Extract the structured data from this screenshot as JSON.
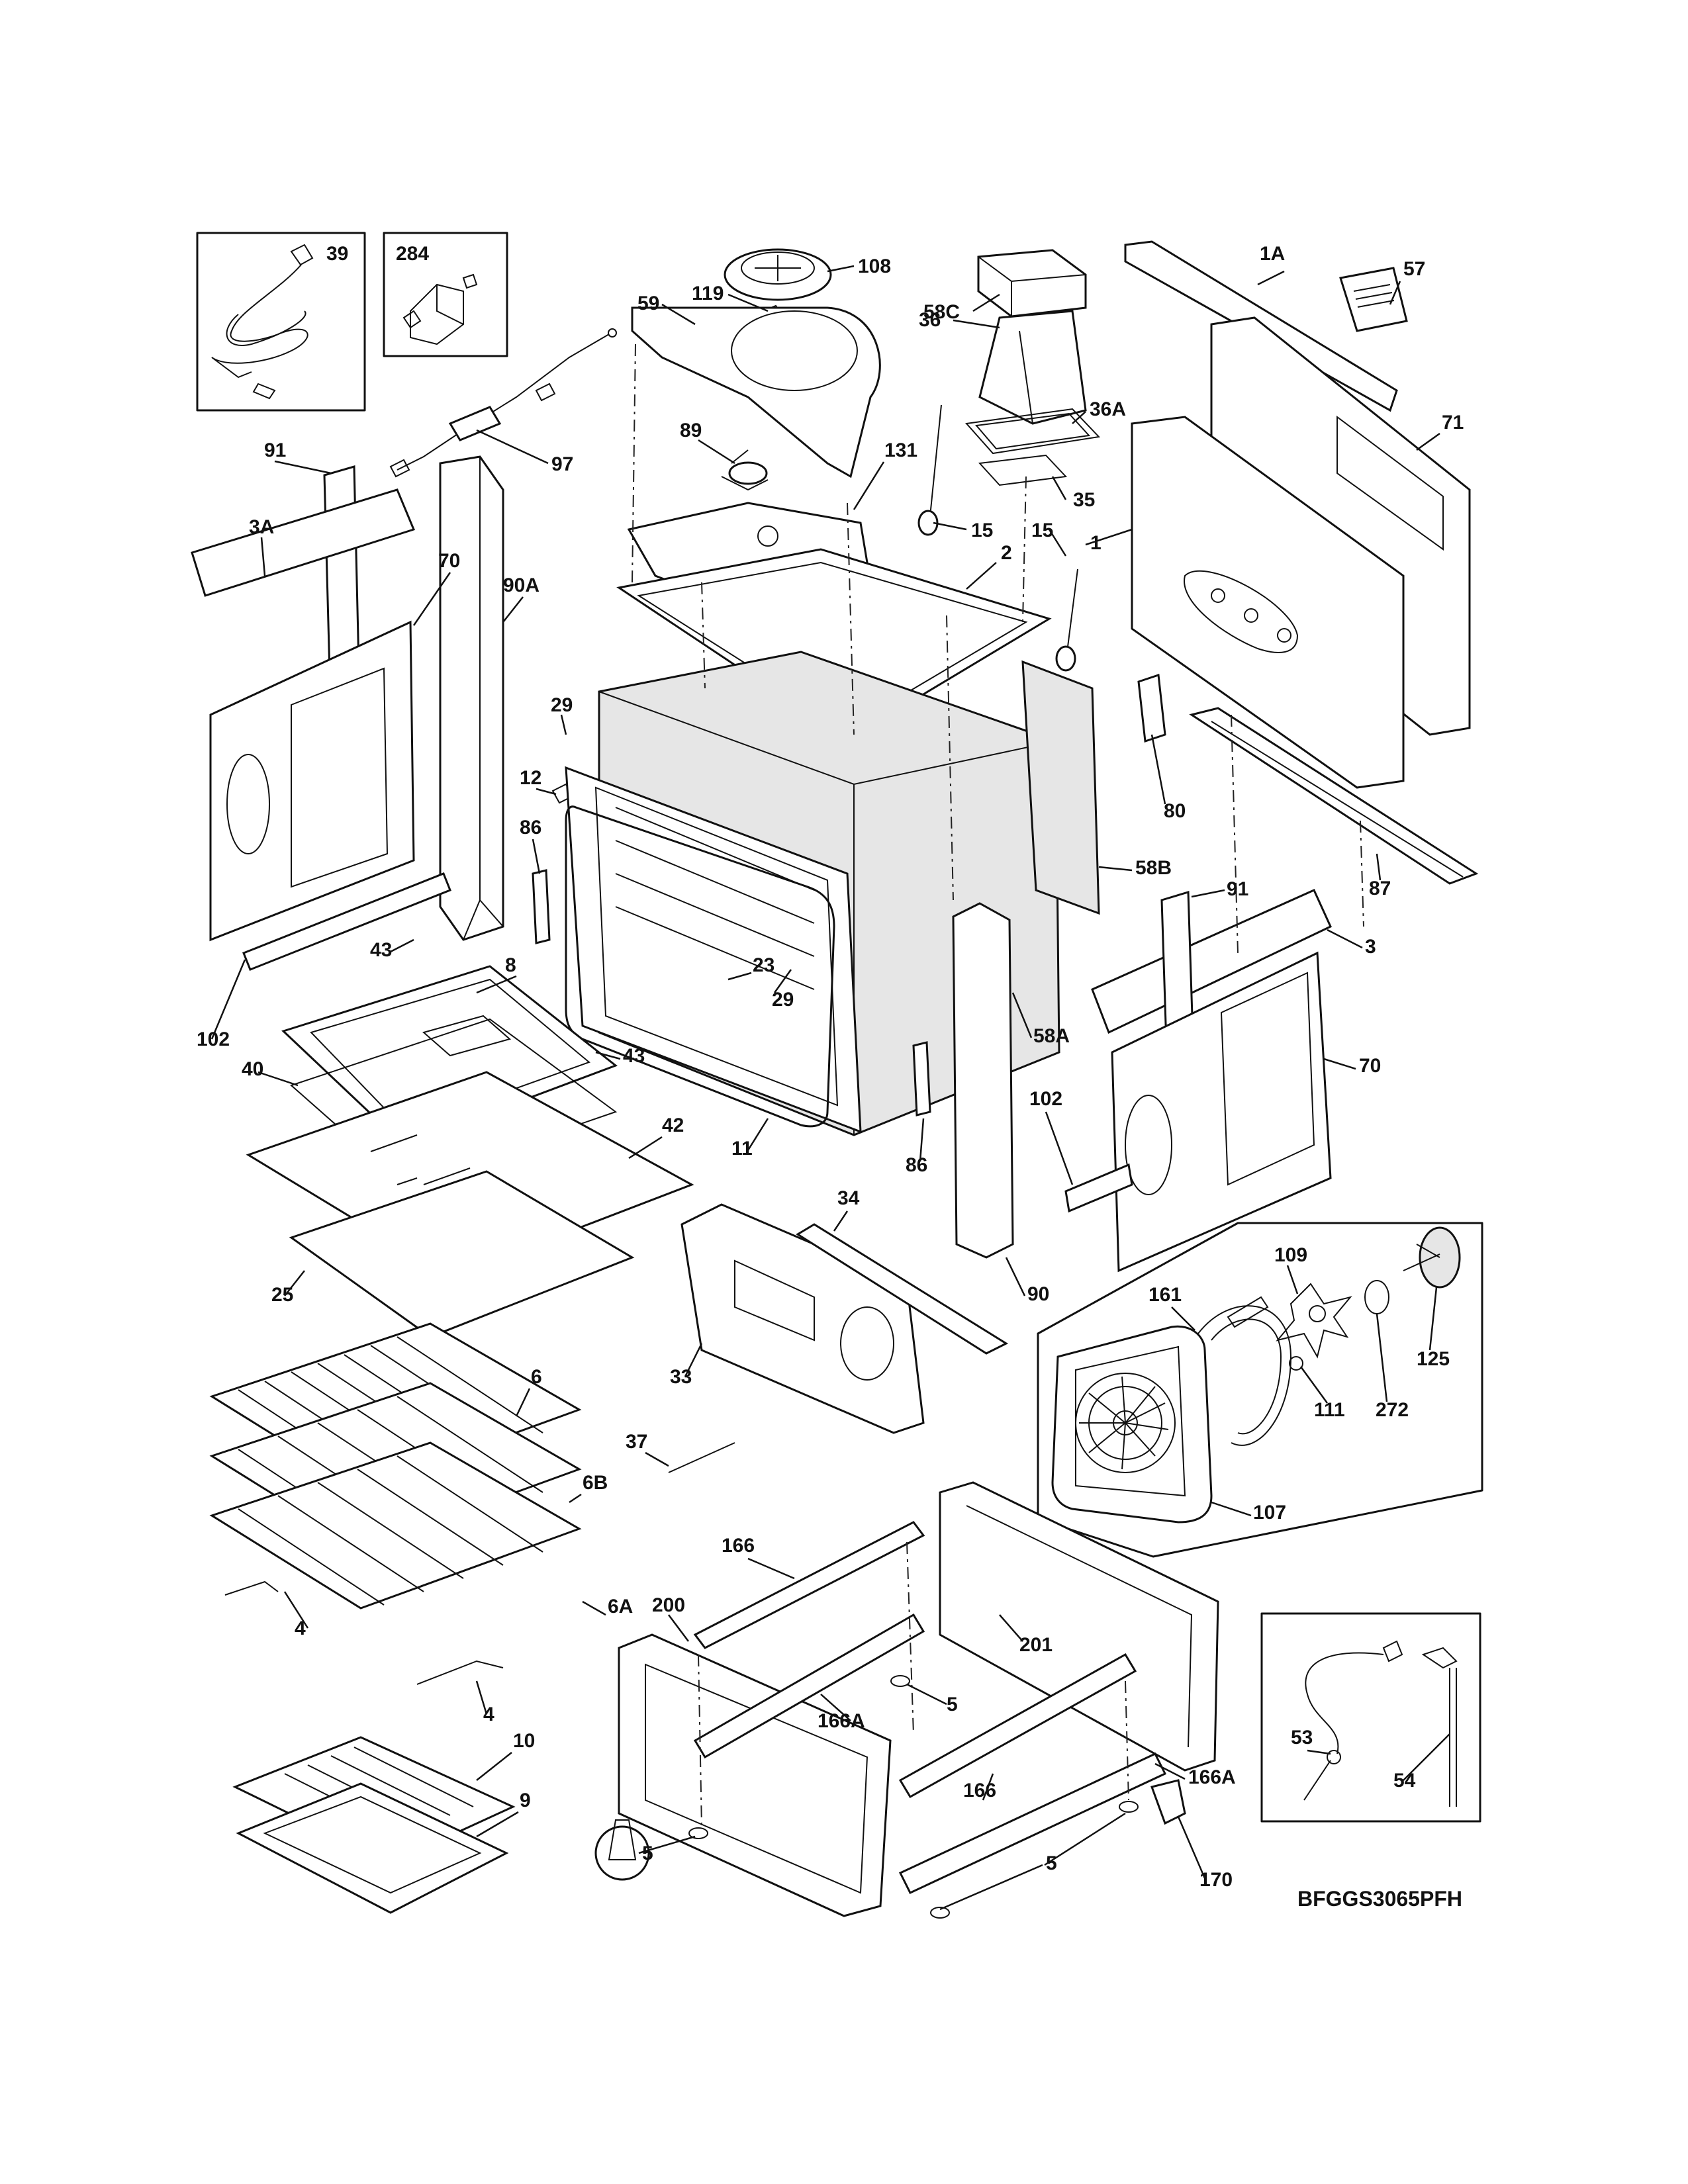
{
  "diagram": {
    "model_code": "BFGGS3065PFH",
    "labels": [
      {
        "id": "l-39",
        "text": "39"
      },
      {
        "id": "l-284",
        "text": "284"
      },
      {
        "id": "l-108",
        "text": "108"
      },
      {
        "id": "l-119",
        "text": "119"
      },
      {
        "id": "l-59",
        "text": "59"
      },
      {
        "id": "l-58C",
        "text": "58C"
      },
      {
        "id": "l-36",
        "text": "36"
      },
      {
        "id": "l-36A",
        "text": "36A"
      },
      {
        "id": "l-35",
        "text": "35"
      },
      {
        "id": "l-1A",
        "text": "1A"
      },
      {
        "id": "l-57",
        "text": "57"
      },
      {
        "id": "l-71",
        "text": "71"
      },
      {
        "id": "l-1",
        "text": "1"
      },
      {
        "id": "l-97",
        "text": "97"
      },
      {
        "id": "l-89",
        "text": "89"
      },
      {
        "id": "l-131",
        "text": "131"
      },
      {
        "id": "l-15a",
        "text": "15"
      },
      {
        "id": "l-15b",
        "text": "15"
      },
      {
        "id": "l-2",
        "text": "2"
      },
      {
        "id": "l-91a",
        "text": "91"
      },
      {
        "id": "l-3A",
        "text": "3A"
      },
      {
        "id": "l-70a",
        "text": "70"
      },
      {
        "id": "l-90A",
        "text": "90A"
      },
      {
        "id": "l-29a",
        "text": "29"
      },
      {
        "id": "l-12",
        "text": "12"
      },
      {
        "id": "l-86a",
        "text": "86"
      },
      {
        "id": "l-80",
        "text": "80"
      },
      {
        "id": "l-58B",
        "text": "58B"
      },
      {
        "id": "l-87",
        "text": "87"
      },
      {
        "id": "l-91b",
        "text": "91"
      },
      {
        "id": "l-3",
        "text": "3"
      },
      {
        "id": "l-43a",
        "text": "43"
      },
      {
        "id": "l-8",
        "text": "8"
      },
      {
        "id": "l-23",
        "text": "23"
      },
      {
        "id": "l-29b",
        "text": "29"
      },
      {
        "id": "l-58A",
        "text": "58A"
      },
      {
        "id": "l-102a",
        "text": "102"
      },
      {
        "id": "l-43b",
        "text": "43"
      },
      {
        "id": "l-40",
        "text": "40"
      },
      {
        "id": "l-70b",
        "text": "70"
      },
      {
        "id": "l-42",
        "text": "42"
      },
      {
        "id": "l-11",
        "text": "11"
      },
      {
        "id": "l-86b",
        "text": "86"
      },
      {
        "id": "l-102b",
        "text": "102"
      },
      {
        "id": "l-34",
        "text": "34"
      },
      {
        "id": "l-25",
        "text": "25"
      },
      {
        "id": "l-90",
        "text": "90"
      },
      {
        "id": "l-109",
        "text": "109"
      },
      {
        "id": "l-161",
        "text": "161"
      },
      {
        "id": "l-33",
        "text": "33"
      },
      {
        "id": "l-125",
        "text": "125"
      },
      {
        "id": "l-6",
        "text": "6"
      },
      {
        "id": "l-111",
        "text": "111"
      },
      {
        "id": "l-272",
        "text": "272"
      },
      {
        "id": "l-37",
        "text": "37"
      },
      {
        "id": "l-6B",
        "text": "6B"
      },
      {
        "id": "l-107",
        "text": "107"
      },
      {
        "id": "l-166a",
        "text": "166"
      },
      {
        "id": "l-200",
        "text": "200"
      },
      {
        "id": "l-6A",
        "text": "6A"
      },
      {
        "id": "l-4a",
        "text": "4"
      },
      {
        "id": "l-201",
        "text": "201"
      },
      {
        "id": "l-5a",
        "text": "5"
      },
      {
        "id": "l-166A-a",
        "text": "166A"
      },
      {
        "id": "l-4b",
        "text": "4"
      },
      {
        "id": "l-10",
        "text": "10"
      },
      {
        "id": "l-53",
        "text": "53"
      },
      {
        "id": "l-54",
        "text": "54"
      },
      {
        "id": "l-166b",
        "text": "166"
      },
      {
        "id": "l-166A-b",
        "text": "166A"
      },
      {
        "id": "l-9",
        "text": "9"
      },
      {
        "id": "l-5b",
        "text": "5"
      },
      {
        "id": "l-5c",
        "text": "5"
      },
      {
        "id": "l-170",
        "text": "170"
      },
      {
        "id": "l-5d",
        "text": "5"
      }
    ]
  }
}
